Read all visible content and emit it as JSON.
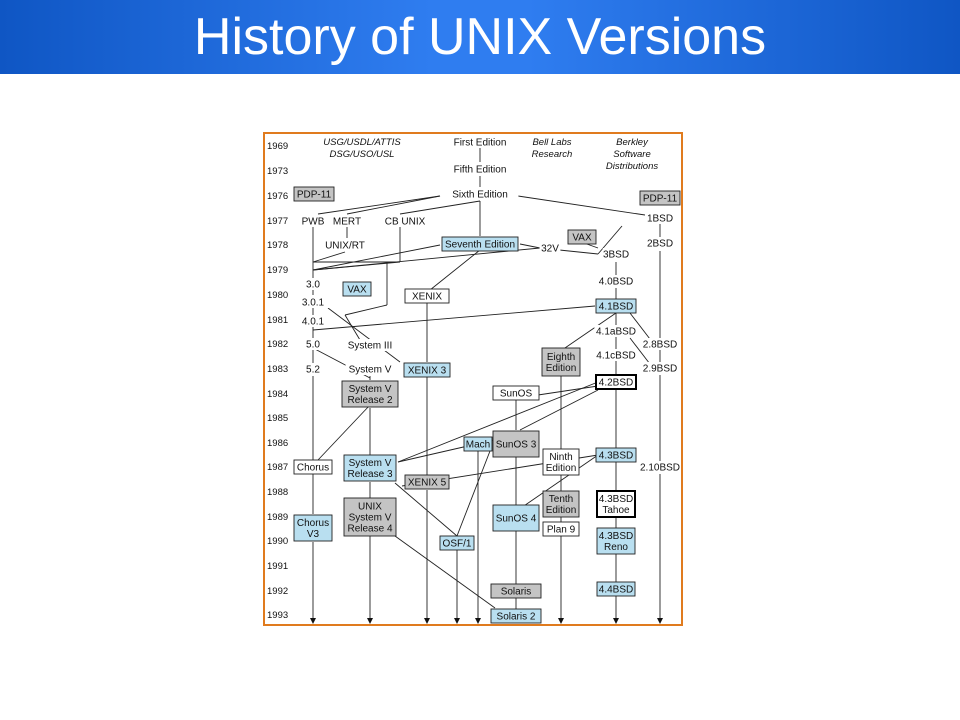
{
  "slide": {
    "title": "History of UNIX Versions"
  },
  "diagram": {
    "years": [
      "1969",
      "1973",
      "1976",
      "1977",
      "1978",
      "1979",
      "1980",
      "1981",
      "1982",
      "1983",
      "1984",
      "1985",
      "1986",
      "1987",
      "1988",
      "1989",
      "1990",
      "1991",
      "1992",
      "1993"
    ],
    "column_headers": {
      "usg": [
        "USG/USDL/ATTIS",
        "DSG/USO/USL"
      ],
      "bell": [
        "Bell Labs",
        "Research"
      ],
      "berkley": [
        "Berkley",
        "Software",
        "Distributions"
      ]
    },
    "nodes": {
      "first_edition": [
        "First Edition"
      ],
      "fifth_edition": [
        "Fifth Edition"
      ],
      "sixth_edition": [
        "Sixth Edition"
      ],
      "pdp11_left": [
        "PDP-11"
      ],
      "pdp11_right": [
        "PDP-11"
      ],
      "pwb": [
        "PWB"
      ],
      "mert": [
        "MERT"
      ],
      "cb_unix": [
        "CB UNIX"
      ],
      "bsd1": [
        "1BSD"
      ],
      "unix_rt": [
        "UNIX/RT"
      ],
      "seventh_edition": [
        "Seventh Edition"
      ],
      "vax_top": [
        "VAX"
      ],
      "v32": [
        "32V"
      ],
      "bsd2": [
        "2BSD"
      ],
      "bsd3": [
        "3BSD"
      ],
      "v3_0": [
        "3.0"
      ],
      "bsd40": [
        "4.0BSD"
      ],
      "vax_mid": [
        "VAX"
      ],
      "xenix": [
        "XENIX"
      ],
      "v3_0_1": [
        "3.0.1"
      ],
      "bsd41": [
        "4.1BSD"
      ],
      "v4_0_1": [
        "4.0.1"
      ],
      "bsd41a": [
        "4.1aBSD"
      ],
      "v5_0": [
        "5.0"
      ],
      "system_iii": [
        "System III"
      ],
      "bsd28": [
        "2.8BSD"
      ],
      "eighth_edition": [
        "Eighth",
        "Edition"
      ],
      "bsd41c": [
        "4.1cBSD"
      ],
      "v5_2": [
        "5.2"
      ],
      "system_v": [
        "System V"
      ],
      "xenix3": [
        "XENIX 3"
      ],
      "bsd29": [
        "2.9BSD"
      ],
      "sysv_r2": [
        "System V",
        "Release 2"
      ],
      "bsd42": [
        "4.2BSD"
      ],
      "sunos": [
        "SunOS"
      ],
      "mach": [
        "Mach"
      ],
      "sunos3": [
        "SunOS 3"
      ],
      "chorus": [
        "Chorus"
      ],
      "sysv_r3": [
        "System V",
        "Release 3"
      ],
      "ninth_edition": [
        "Ninth",
        "Edition"
      ],
      "bsd43": [
        "4.3BSD"
      ],
      "bsd210": [
        "2.10BSD"
      ],
      "xenix5": [
        "XENIX 5"
      ],
      "tenth_edition": [
        "Tenth",
        "Edition"
      ],
      "bsd43_tahoe": [
        "4.3BSD",
        "Tahoe"
      ],
      "unix_sysv_r4": [
        "UNIX",
        "System V",
        "Release 4"
      ],
      "chorus_v3": [
        "Chorus",
        "V3"
      ],
      "sunos4": [
        "SunOS 4"
      ],
      "plan9": [
        "Plan 9"
      ],
      "bsd43_reno": [
        "4.3BSD",
        "Reno"
      ],
      "osf1": [
        "OSF/1"
      ],
      "solaris": [
        "Solaris"
      ],
      "bsd44": [
        "4.4BSD"
      ],
      "solaris2": [
        "Solaris 2"
      ]
    }
  }
}
